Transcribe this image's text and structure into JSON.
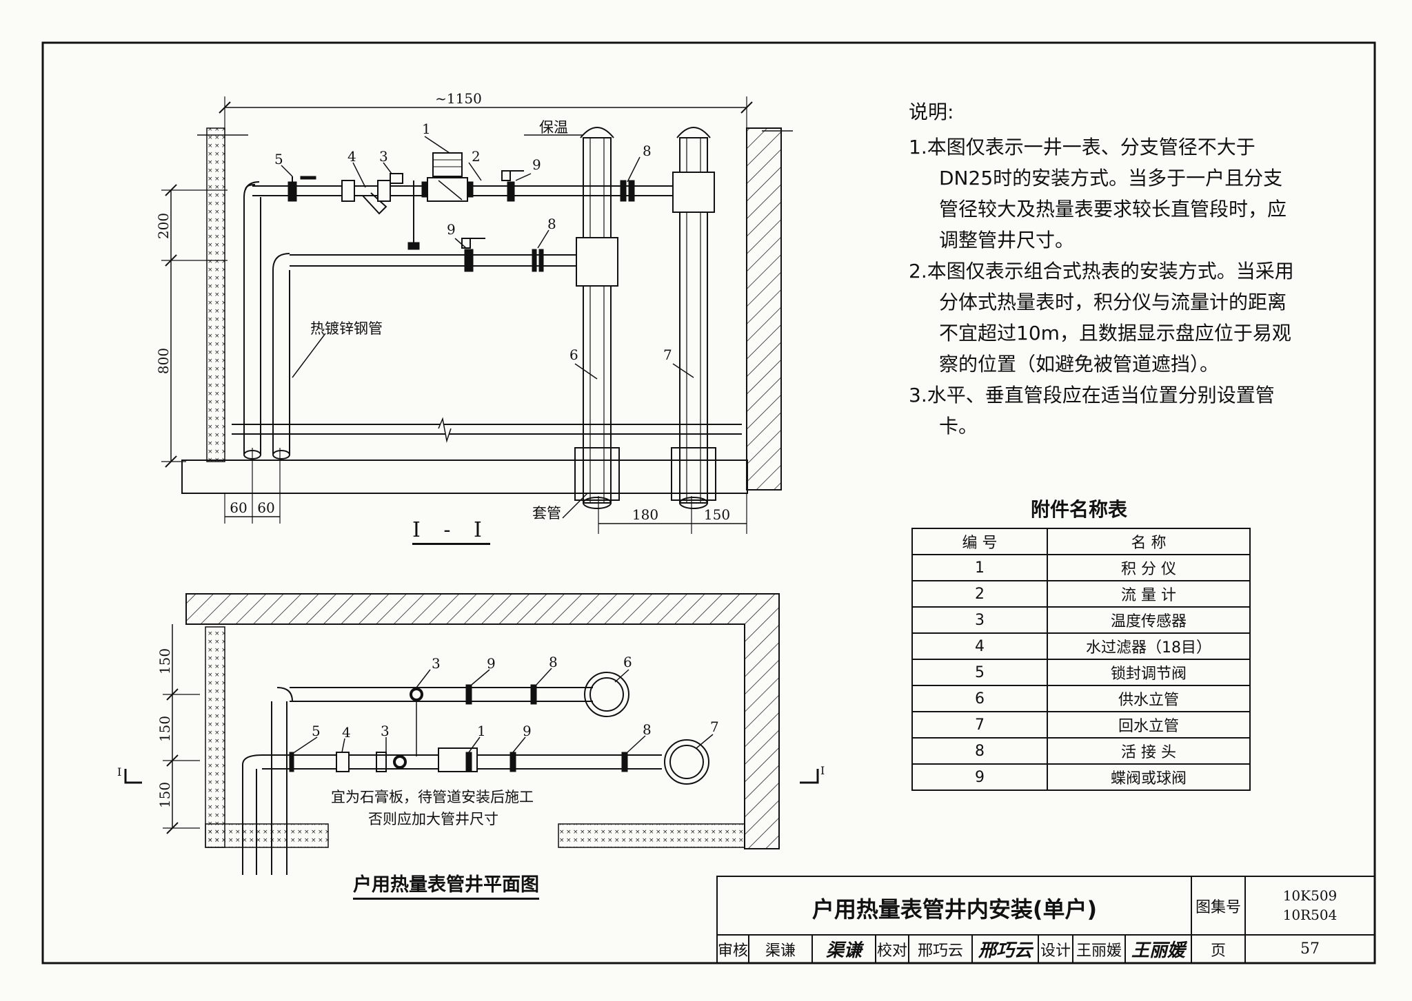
{
  "section_view": {
    "title": "I - I",
    "dim_width": "~1150",
    "dim_200": "200",
    "dim_800": "800",
    "dim_60a": "60",
    "dim_60b": "60",
    "dim_180": "180",
    "dim_150": "150",
    "label_insulation": "保温",
    "label_pipe": "热镀锌钢管",
    "label_sleeve": "套管",
    "tags": [
      "1",
      "2",
      "3",
      "4",
      "5",
      "9",
      "8",
      "9",
      "8",
      "6",
      "7"
    ]
  },
  "plan_view": {
    "title": "户用热量表管井平面图",
    "dim_150a": "150",
    "dim_150b": "150",
    "dim_150c": "150",
    "note_line1": "宜为石膏板，待管道安装后施工",
    "note_line2": "否则应加大管井尺寸",
    "cut_left": "I",
    "cut_right": "I",
    "tags": [
      "3",
      "9",
      "8",
      "6",
      "5",
      "4",
      "3",
      "1",
      "9",
      "8",
      "7"
    ]
  },
  "notes": {
    "title": "说明:",
    "items": [
      "1.本图仅表示一井一表、分支管径不大于DN25时的安装方式。当多于一户且分支管径较大及热量表要求较长直管段时，应调整管井尺寸。",
      "2.本图仅表示组合式热表的安装方式。当采用分体式热量表时，积分仪与流量计的距离不宜超过10m，且数据显示盘应位于易观察的位置（如避免被管道遮挡）。",
      "3.水平、垂直管段应在适当位置分别设置管卡。"
    ]
  },
  "parts_table": {
    "title": "附件名称表",
    "header": [
      "编 号",
      "名 称"
    ],
    "rows": [
      [
        "1",
        "积 分 仪"
      ],
      [
        "2",
        "流 量 计"
      ],
      [
        "3",
        "温度传感器"
      ],
      [
        "4",
        "水过滤器（18目）"
      ],
      [
        "5",
        "锁封调节阀"
      ],
      [
        "6",
        "供水立管"
      ],
      [
        "7",
        "回水立管"
      ],
      [
        "8",
        "活 接 头"
      ],
      [
        "9",
        "蝶阀或球阀"
      ]
    ]
  },
  "title_block": {
    "drawing_title": "户用热量表管井内安装(单户)",
    "atlas_label": "图集号",
    "atlas_no_1": "10K509",
    "atlas_no_2": "10R504",
    "page_label": "页",
    "page_no": "57",
    "review_label": "审核",
    "reviewer": "渠谦",
    "reviewer_sig": "渠谦",
    "check_label": "校对",
    "checker": "邢巧云",
    "checker_sig": "邢巧云",
    "design_label": "设计",
    "designer": "王丽媛",
    "designer_sig": "王丽媛"
  }
}
